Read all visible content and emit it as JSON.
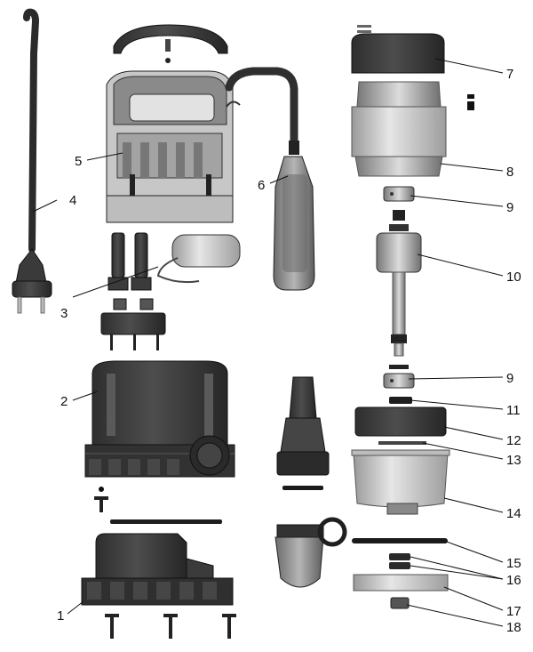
{
  "diagram": {
    "callouts": [
      {
        "id": "p1",
        "label": "1"
      },
      {
        "id": "p2",
        "label": "2"
      },
      {
        "id": "p3",
        "label": "3"
      },
      {
        "id": "p4",
        "label": "4"
      },
      {
        "id": "p5",
        "label": "5"
      },
      {
        "id": "p6",
        "label": "6"
      },
      {
        "id": "p7",
        "label": "7"
      },
      {
        "id": "p8",
        "label": "8"
      },
      {
        "id": "p9a",
        "label": "9"
      },
      {
        "id": "p10",
        "label": "10"
      },
      {
        "id": "p9b",
        "label": "9"
      },
      {
        "id": "p11",
        "label": "11"
      },
      {
        "id": "p12",
        "label": "12"
      },
      {
        "id": "p13",
        "label": "13"
      },
      {
        "id": "p14",
        "label": "14"
      },
      {
        "id": "p15",
        "label": "15"
      },
      {
        "id": "p16",
        "label": "16"
      },
      {
        "id": "p17",
        "label": "17"
      },
      {
        "id": "p18",
        "label": "18"
      }
    ],
    "colors": {
      "dark_part": "#3a3a3a",
      "mid_part": "#6b6b6b",
      "light_part": "#d4d4d4",
      "outline": "#1c1c1c",
      "metal": "#b9b9b9"
    }
  }
}
